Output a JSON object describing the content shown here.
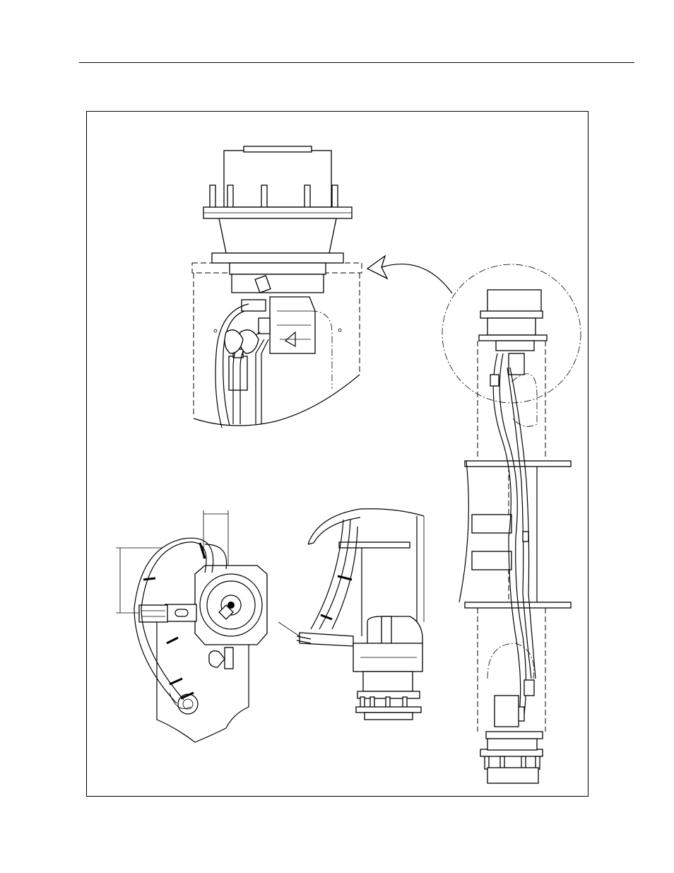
{
  "page": {
    "has_header_rule": true,
    "has_figure_frame": true
  },
  "figure": {
    "views": [
      {
        "name": "detail-view-motor-hoses",
        "description_icon": "motor-detail-icon"
      },
      {
        "name": "end-view-hose-routing",
        "description_icon": "end-view-icon"
      },
      {
        "name": "side-view-hose-routing",
        "description_icon": "side-view-icon"
      },
      {
        "name": "full-assembly-view",
        "description_icon": "assembly-icon"
      }
    ],
    "line_color": "#000000",
    "background_color": "#ffffff"
  }
}
